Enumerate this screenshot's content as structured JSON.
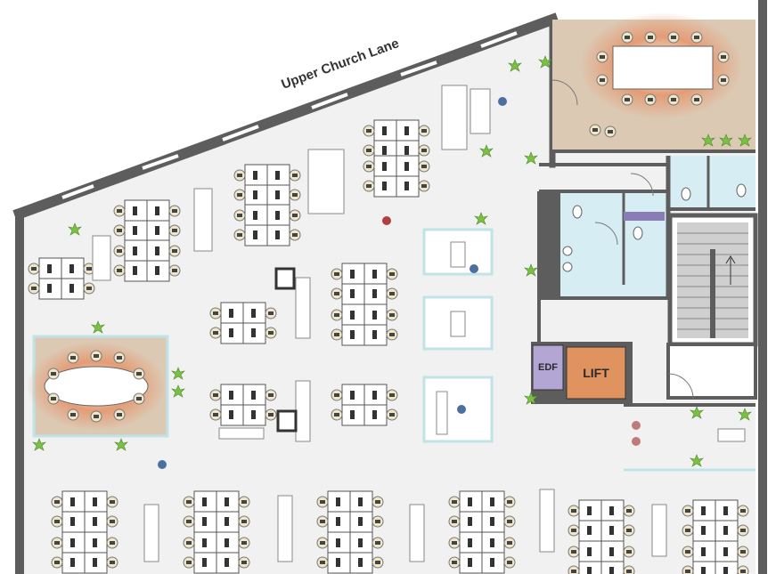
{
  "plan": {
    "street_name": "Upper Church Lane",
    "lift_label": "LIFT",
    "edf_label": "EDF",
    "colors": {
      "wall": "#5d5d5d",
      "floor": "#f1f1f1",
      "desk": "#ffffff",
      "meeting_zone": "#e08860",
      "meeting_room": "#dcc9b4",
      "wc_tiles": "#d6eef3",
      "lift": "#e0935e",
      "plant": "#7ac143",
      "partition": "#bfe3e6"
    }
  }
}
